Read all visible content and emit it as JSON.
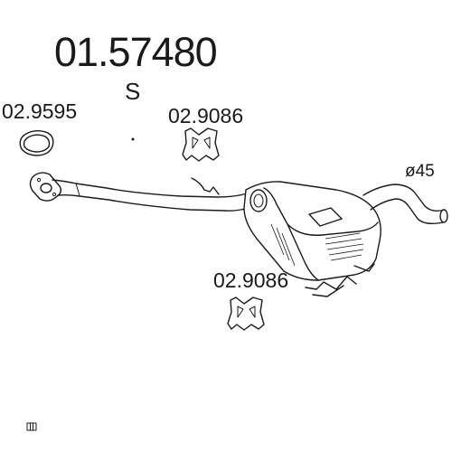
{
  "diagram": {
    "part_number": "01.57480",
    "part_suffix": "S",
    "components": {
      "gasket": {
        "ref": "02.9595"
      },
      "hanger_top": {
        "ref": "02.9086"
      },
      "hanger_bottom": {
        "ref": "02.9086"
      }
    },
    "pipe_diameter": "ø45"
  }
}
